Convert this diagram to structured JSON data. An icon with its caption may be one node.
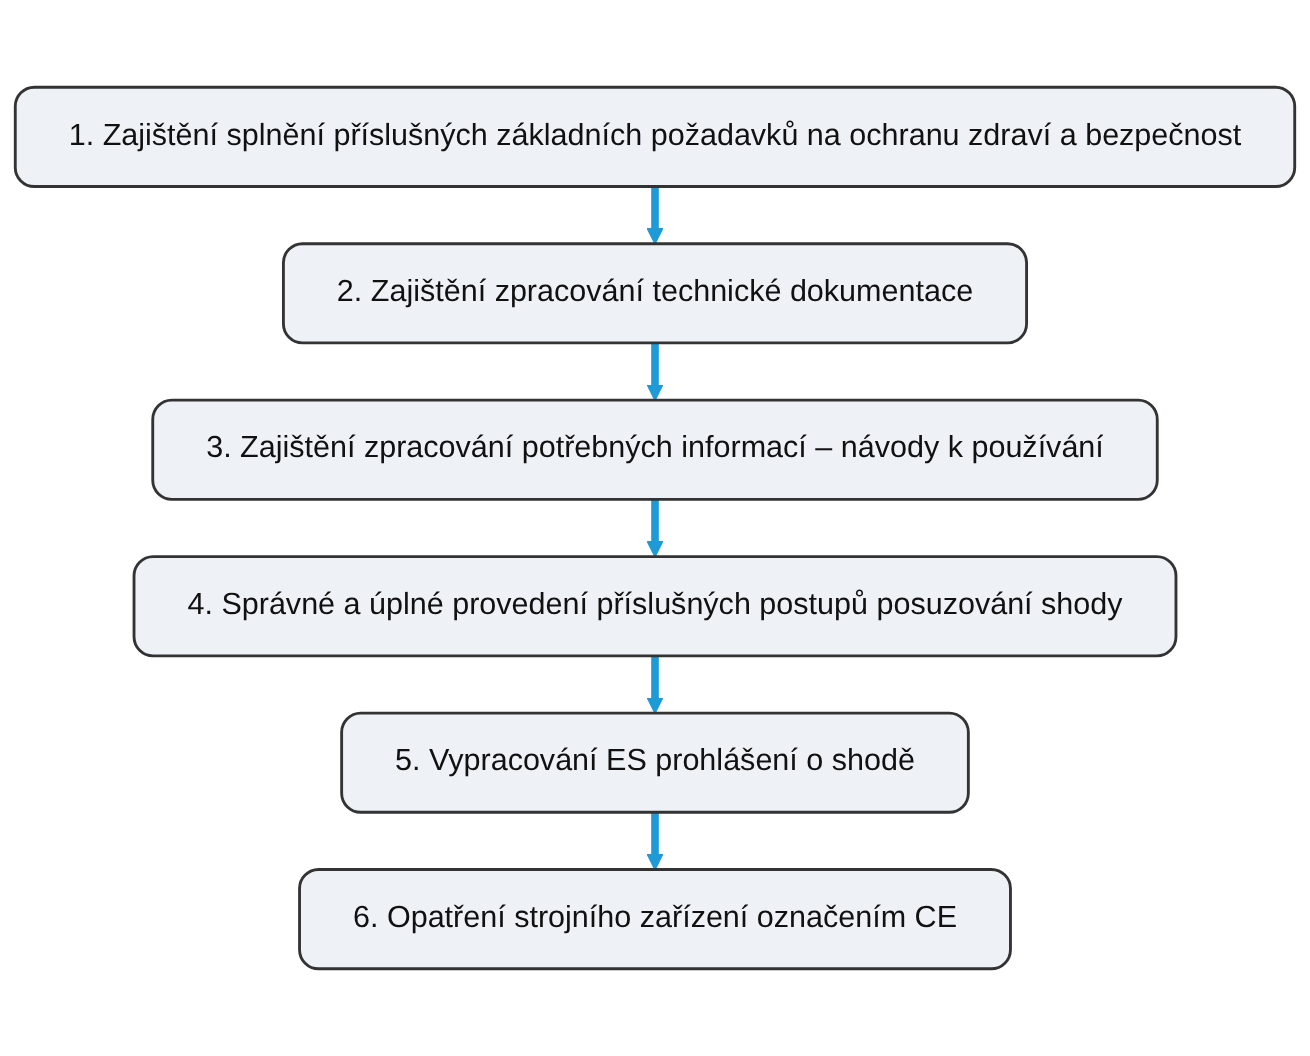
{
  "diagram": {
    "nodes": [
      {
        "text": [
          "1. Zajištění splnění příslušných základních požadavků na ochranu zdraví a bezpečnost"
        ]
      },
      {
        "text": [
          "2. Zajištění zpracování technické dokumentace"
        ]
      },
      {
        "text": [
          "3. Zajištění zpracování potřebných informací – návody k používání"
        ]
      },
      {
        "text": [
          "4. Správné a úplné provedení příslušných postupů posuzování shody"
        ]
      },
      {
        "text": [
          "5. Vypracování ES prohlášení o shodě"
        ]
      },
      {
        "text": [
          "6. Opatření strojního zařízení označením CE"
        ]
      }
    ],
    "edges": [
      {
        "from": 0,
        "to": 1,
        "arrow": "to"
      },
      {
        "from": 1,
        "to": 2,
        "arrow": "to"
      },
      {
        "from": 2,
        "to": 3,
        "arrow": "to"
      },
      {
        "from": 3,
        "to": 4,
        "arrow": "to"
      },
      {
        "from": 4,
        "to": 5,
        "arrow": "to"
      }
    ]
  }
}
